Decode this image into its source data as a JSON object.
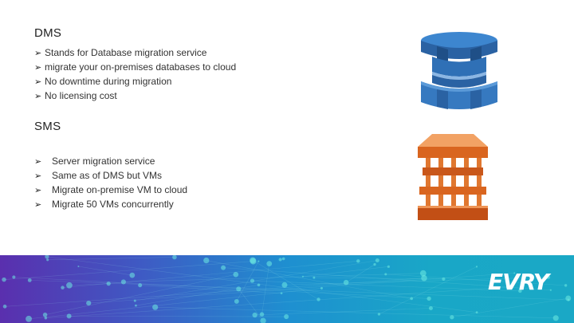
{
  "dms": {
    "heading": "DMS",
    "bullets": [
      "Stands for Database migration service",
      "migrate your on-premises databases to cloud",
      "No downtime during migration",
      "No licensing cost"
    ]
  },
  "sms": {
    "heading": "SMS",
    "bullets": [
      "Server migration service",
      "Same as of DMS but VMs",
      "Migrate on-premise VM to cloud",
      "Migrate 50 VMs concurrently"
    ]
  },
  "bullet_glyph": "➢",
  "icons": {
    "dms": "aws-database-migration-service-icon",
    "sms": "aws-server-migration-service-icon"
  },
  "colors": {
    "dms_icon_blue": "#2e73b8",
    "sms_icon_orange": "#e7782f"
  },
  "brand": {
    "logo_text": "EVRY"
  }
}
